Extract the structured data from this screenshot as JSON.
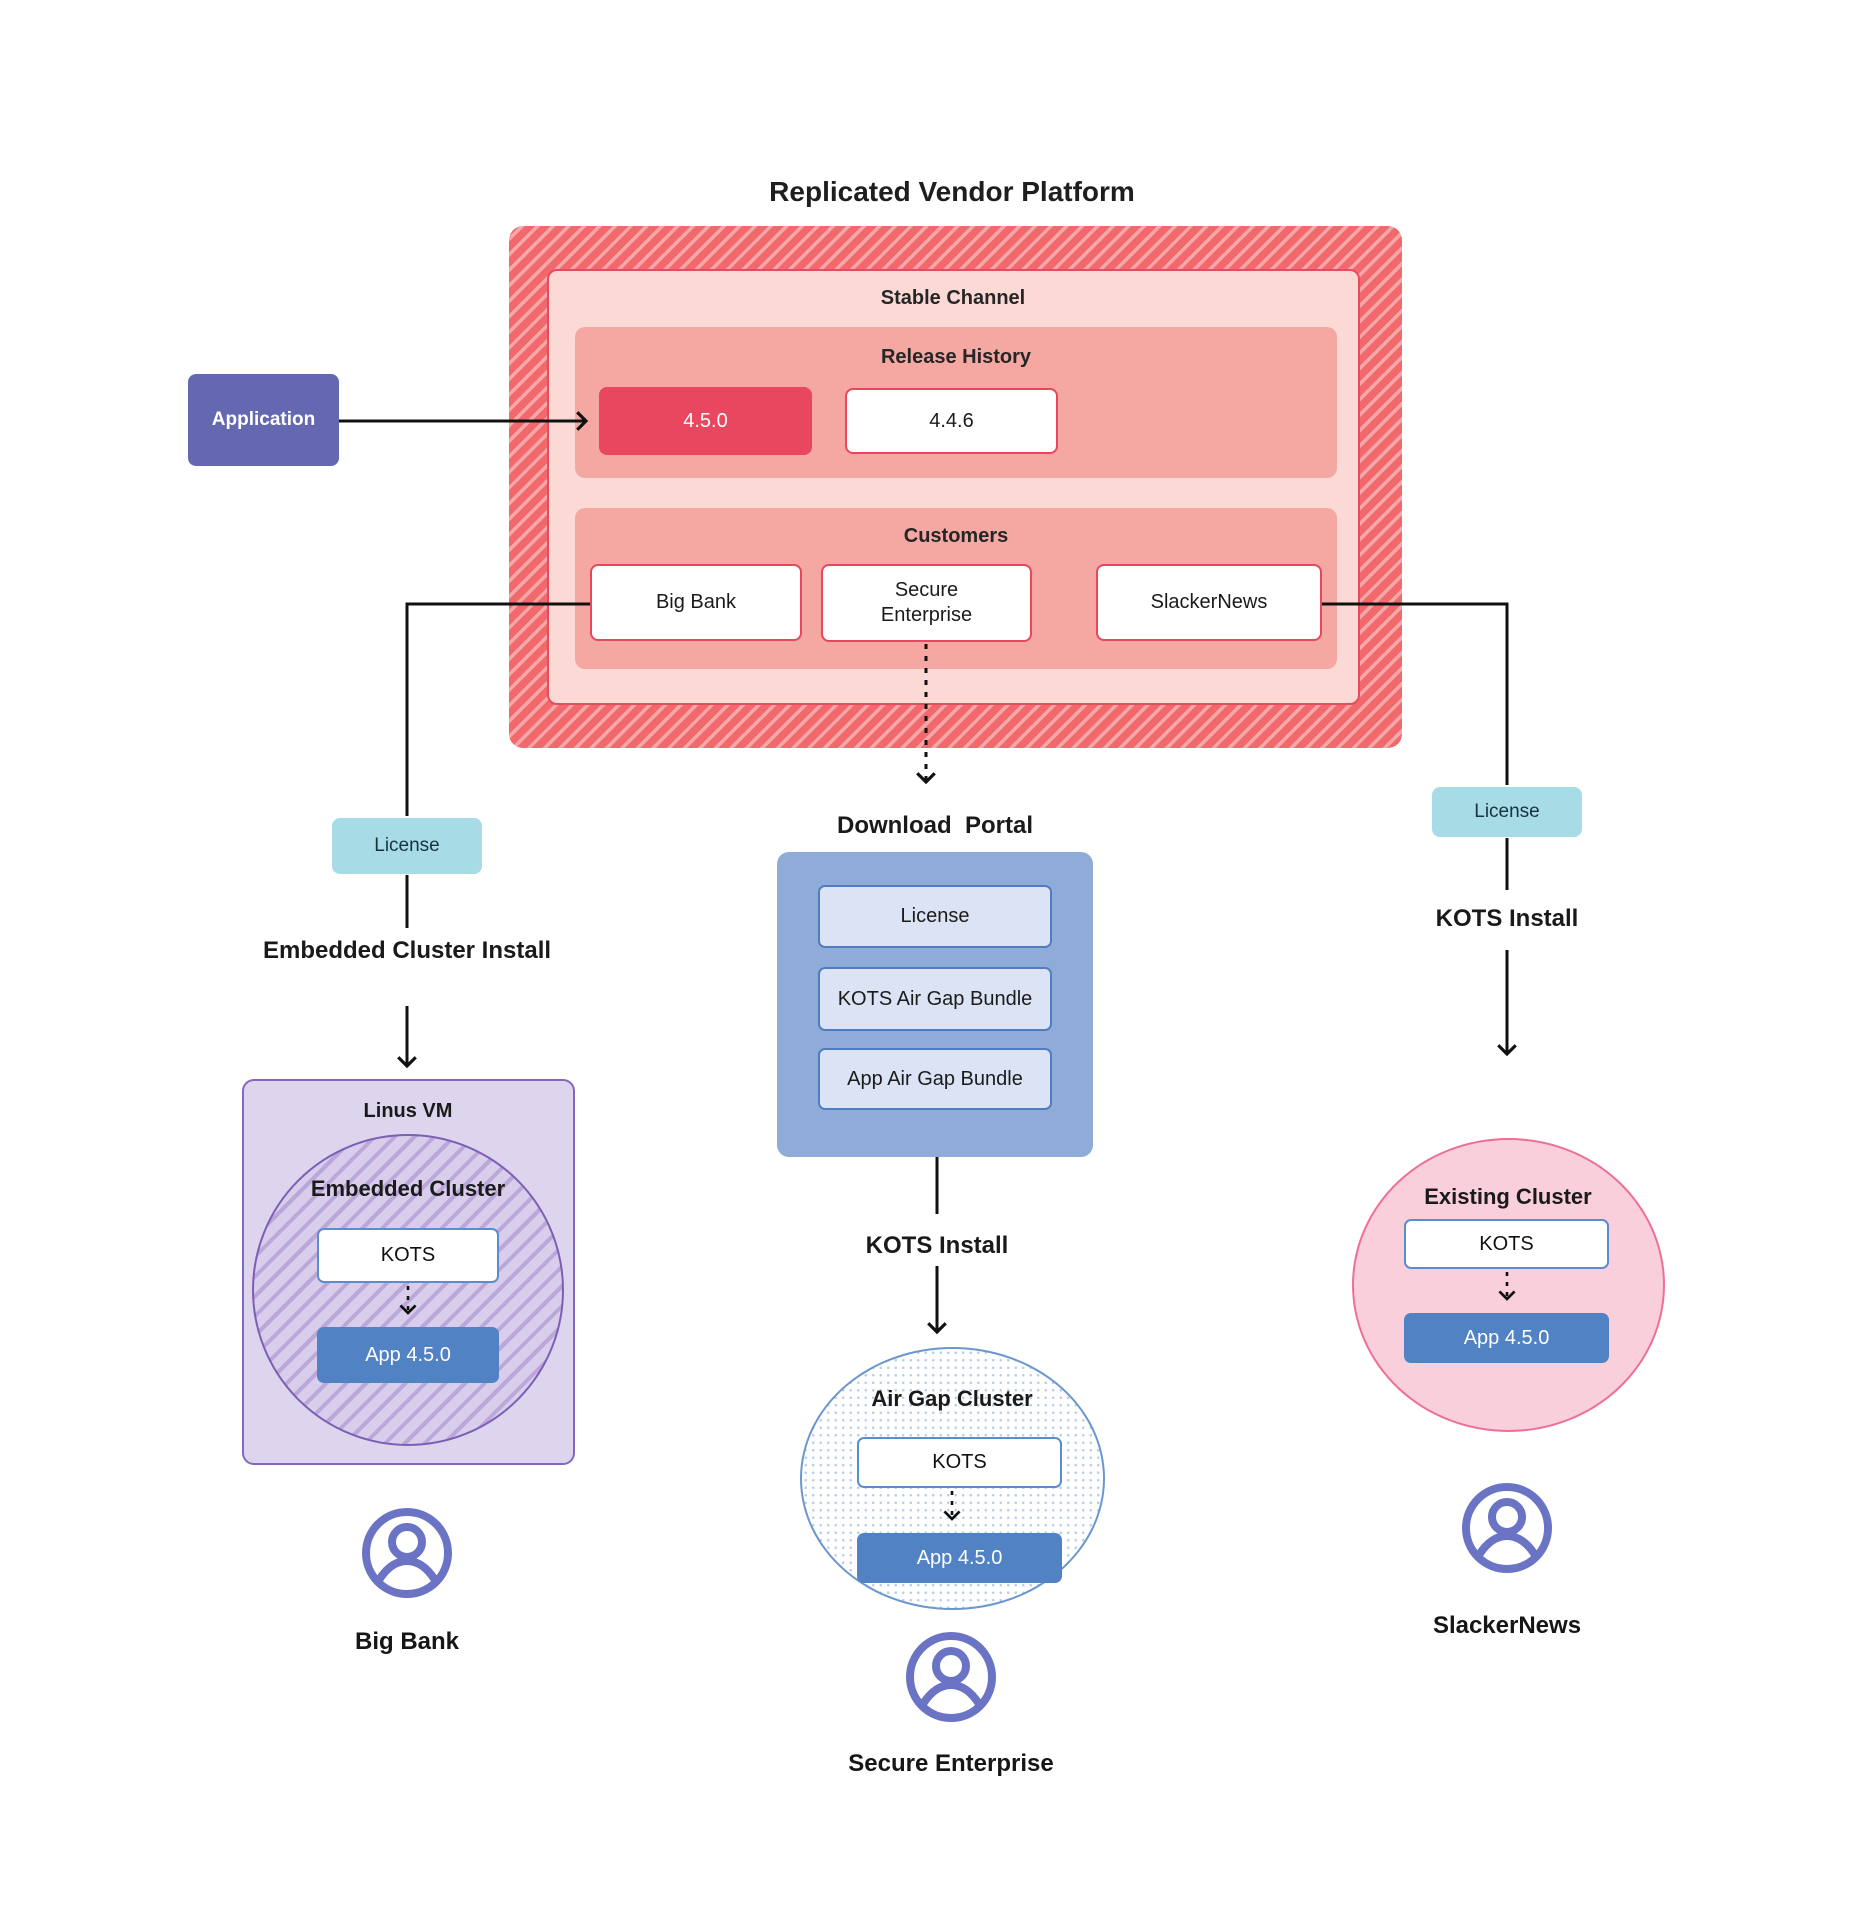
{
  "title": "Replicated Vendor Platform",
  "platform": {
    "stable_channel_label": "Stable Channel",
    "release_history": {
      "label": "Release History",
      "releases": [
        {
          "version": "4.5.0",
          "state": "current"
        },
        {
          "version": "4.4.6",
          "state": "previous"
        }
      ]
    },
    "customers": {
      "label": "Customers",
      "items": [
        {
          "name": "Big Bank"
        },
        {
          "name": "Secure Enterprise"
        },
        {
          "name": "SlackerNews"
        }
      ]
    }
  },
  "application": {
    "label": "Application"
  },
  "flows": {
    "big_bank": {
      "license_label": "License",
      "install_label": "Embedded Cluster Install",
      "vm_label": "Linus VM",
      "cluster_label": "Embedded Cluster",
      "kots_label": "KOTS",
      "app_label": "App 4.5.0",
      "customer_label": "Big Bank"
    },
    "secure_enterprise": {
      "portal_label": "Download  Portal",
      "portal_items": [
        {
          "label": "License"
        },
        {
          "label": "KOTS Air Gap Bundle"
        },
        {
          "label": "App Air Gap Bundle"
        }
      ],
      "install_label": "KOTS Install",
      "cluster_label": "Air Gap Cluster",
      "kots_label": "KOTS",
      "app_label": "App 4.5.0",
      "customer_label": "Secure Enterprise"
    },
    "slackernews": {
      "license_label": "License",
      "install_label": "KOTS Install",
      "cluster_label": "Existing Cluster",
      "kots_label": "KOTS",
      "app_label": "App 4.5.0",
      "customer_label": "SlackerNews"
    }
  },
  "icons": {
    "user": "user-icon"
  },
  "colors": {
    "hatch_red": "#f1696d",
    "hatch_red_light": "#f7a7a8",
    "stable_fill": "#fbdad5",
    "salmon_fill": "#f5a8a1",
    "red_accent": "#e8475f",
    "application_indigo": "#6468b0",
    "license_teal": "#a7dce7",
    "portal_blue": "#8facd8",
    "portal_item_fill": "#dce3f5",
    "app_blue": "#5182c3",
    "kots_border_blue": "#5b8dce",
    "vm_purple_fill": "#ddd5ed",
    "embedded_hatch_purple": "#bca7da",
    "existing_pink_fill": "#f9cfdc",
    "existing_pink_border": "#ee6e96",
    "airgap_dot_blue": "#b9cfec",
    "person_purple": "#6b74c4",
    "line_black": "#111111"
  }
}
